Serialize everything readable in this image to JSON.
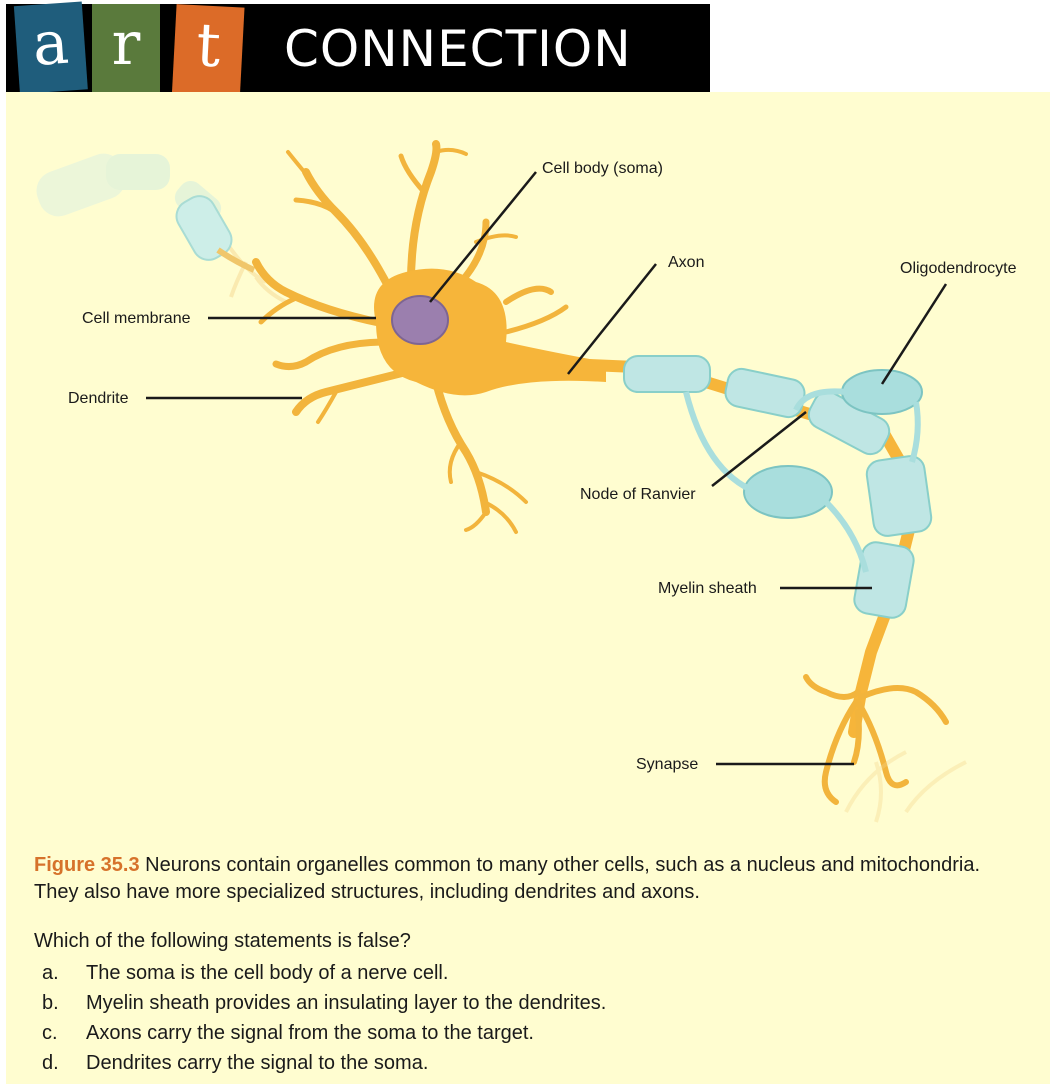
{
  "header": {
    "letters": [
      "a",
      "r",
      "t"
    ],
    "word": "CONNECTION",
    "colors": {
      "a": "#1f5d7c",
      "r": "#5a7a3c",
      "t": "#dc6b28"
    }
  },
  "diagram": {
    "labels": {
      "cell_body": "Cell body (soma)",
      "axon": "Axon",
      "oligodendrocyte": "Oligodendrocyte",
      "cell_membrane": "Cell membrane",
      "dendrite": "Dendrite",
      "node_of_ranvier": "Node of Ranvier",
      "myelin_sheath": "Myelin sheath",
      "synapse": "Synapse"
    },
    "colors": {
      "neuron": "#f6b53a",
      "nucleus": "#9b7fae",
      "myelin": "#bfe6e4",
      "background": "#fffdd0"
    }
  },
  "caption": {
    "figure_number": "Figure 35.3",
    "text": " Neurons contain organelles common to many other cells, such as a nucleus and mitochondria. They also have more specialized structures, including dendrites and axons."
  },
  "question": {
    "prompt": "Which of the following statements is false?",
    "options": [
      {
        "letter": "a.",
        "text": "The soma is the cell body of a nerve cell."
      },
      {
        "letter": "b.",
        "text": "Myelin sheath provides an insulating layer to the dendrites."
      },
      {
        "letter": "c.",
        "text": "Axons carry the signal from the soma to the target."
      },
      {
        "letter": "d.",
        "text": "Dendrites carry the signal to the soma."
      }
    ]
  }
}
